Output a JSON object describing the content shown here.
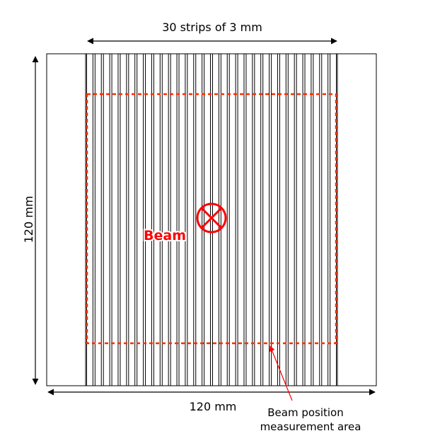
{
  "labels": {
    "strips": "30 strips of 3 mm",
    "height": "120 mm",
    "width": "120 mm",
    "beam": "Beam",
    "area_line1": "Beam position",
    "area_line2": "measurement area"
  },
  "detector": {
    "strip_count": 30
  },
  "colors": {
    "outline": "#000000",
    "beam": "#ff0000",
    "dashed_area": "#ff2a00",
    "pointer": "#ff0000"
  },
  "icons": {
    "beam_symbol": "beam-into-page-icon"
  }
}
